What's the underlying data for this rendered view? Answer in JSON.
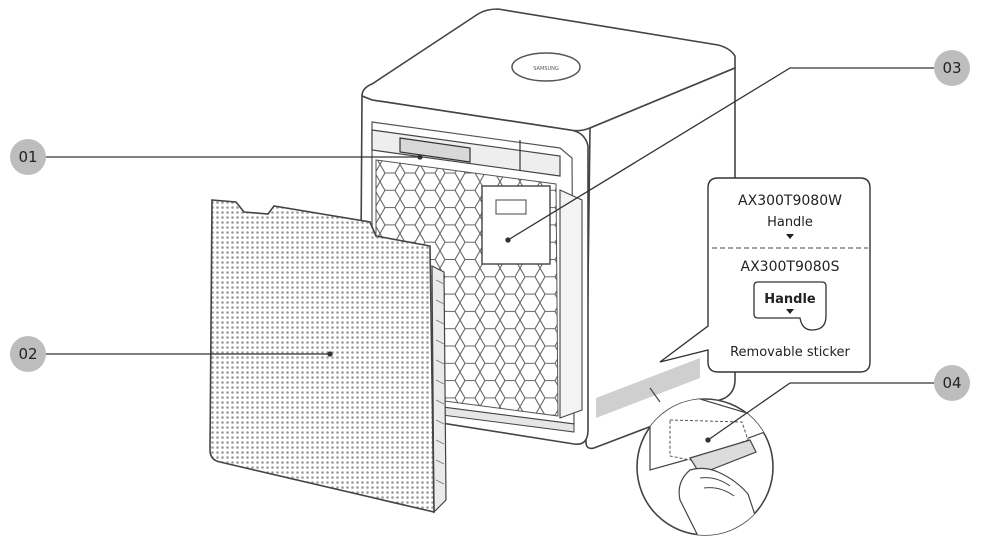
{
  "callouts": {
    "c01": "01",
    "c02": "02",
    "c03": "03",
    "c04": "04"
  },
  "label_box": {
    "model_w": "AX300T9080W",
    "handle_w": "Handle",
    "model_s": "AX300T9080S",
    "handle_s": "Handle",
    "sticker": "Removable sticker"
  },
  "logo_text": "SAMSUNG",
  "colors": {
    "line": "#333333",
    "callout_fill": "#bdbdbd",
    "sticker_band": "#cfcfcf"
  }
}
